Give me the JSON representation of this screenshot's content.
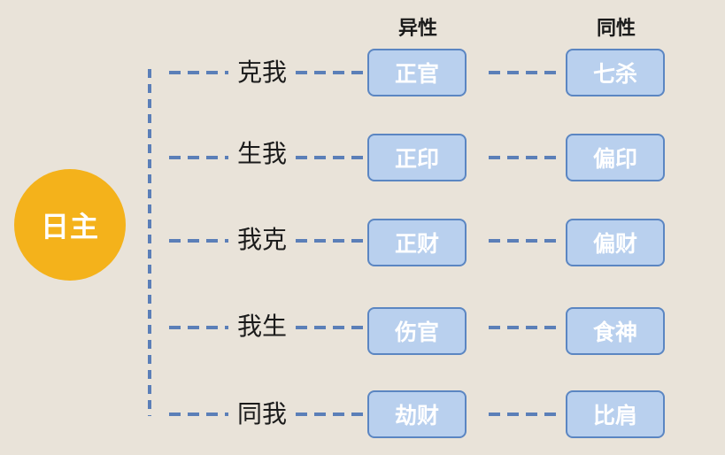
{
  "colors": {
    "background": "#e9e3d9",
    "root_fill": "#f4b21b",
    "box_fill": "#b9d0ee",
    "box_border": "#5b86c2",
    "dash_line": "#5b7fb8"
  },
  "headers": {
    "yi_xing": "异性",
    "tong_xing": "同性"
  },
  "root": {
    "label": "日主"
  },
  "rows": [
    {
      "relation": "克我",
      "yi_xing": "正官",
      "tong_xing": "七杀"
    },
    {
      "relation": "生我",
      "yi_xing": "正印",
      "tong_xing": "偏印"
    },
    {
      "relation": "我克",
      "yi_xing": "正财",
      "tong_xing": "偏财"
    },
    {
      "relation": "我生",
      "yi_xing": "伤官",
      "tong_xing": "食神"
    },
    {
      "relation": "同我",
      "yi_xing": "劫财",
      "tong_xing": "比肩"
    }
  ]
}
